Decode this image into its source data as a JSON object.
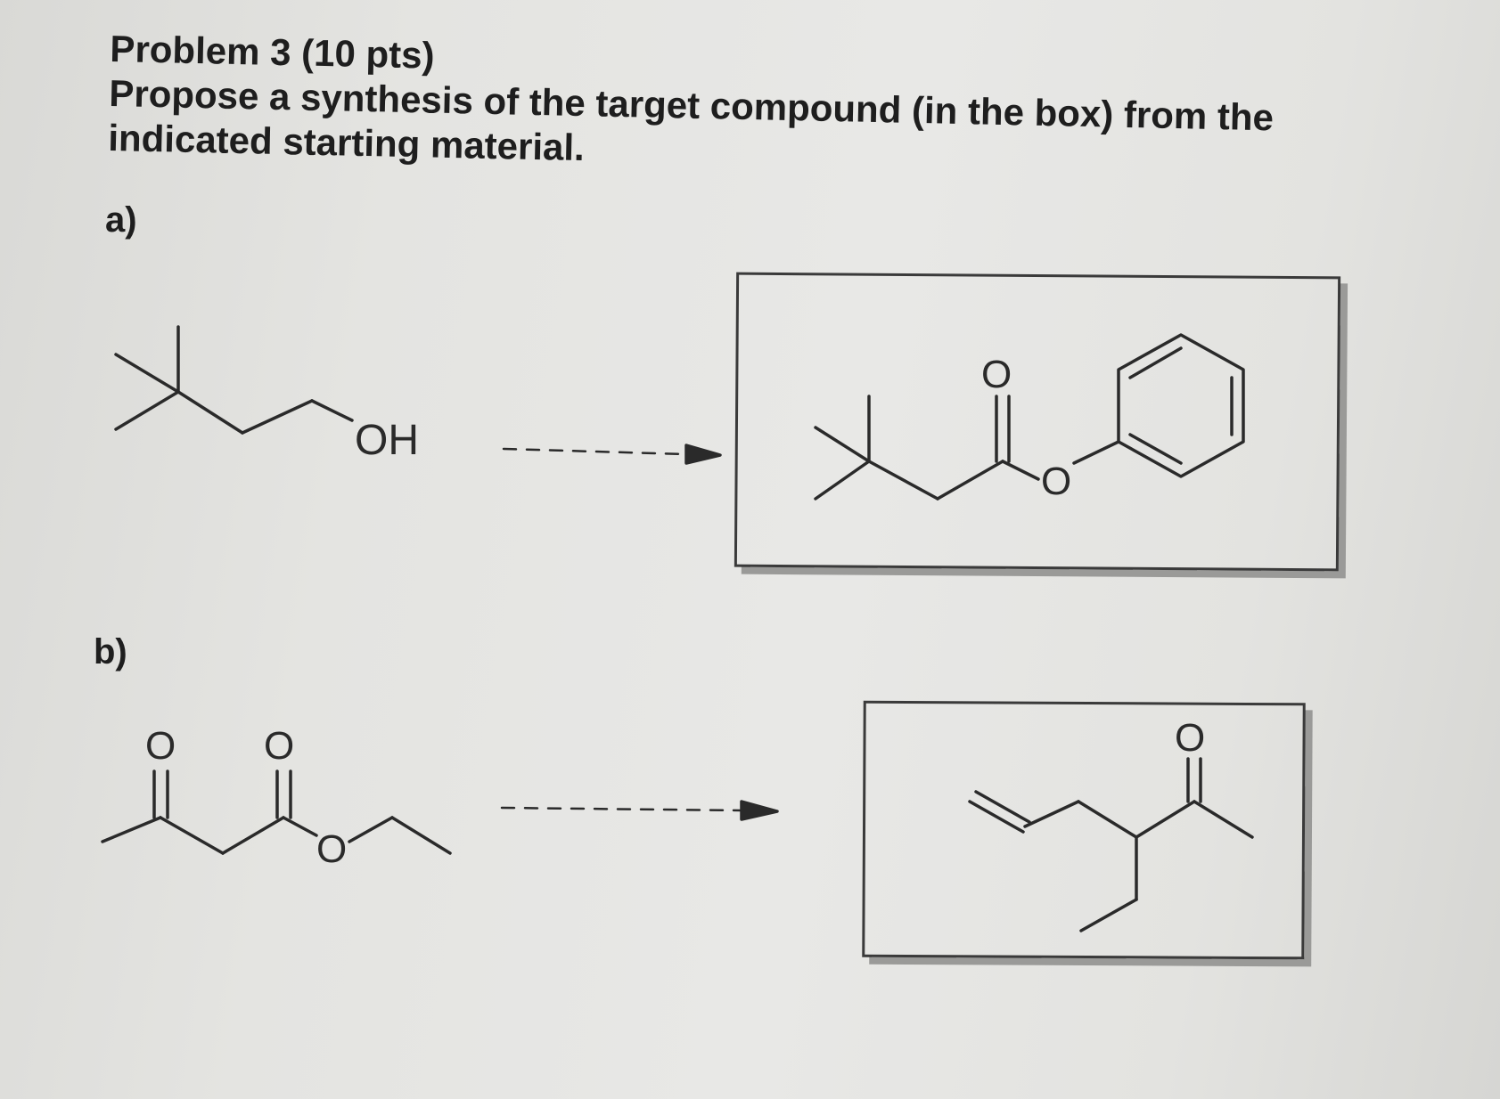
{
  "problem": {
    "heading": "Problem 3 (10 pts)",
    "instruction_line1": "Propose a synthesis of the target compound (in the box) from the",
    "instruction_line2": "indicated starting material."
  },
  "part_a": {
    "label": "a)",
    "starting_material_atom": "OH",
    "target_atoms": [
      "O",
      "O"
    ]
  },
  "part_b": {
    "label": "b)",
    "starting_material_atoms": [
      "O",
      "O",
      "O"
    ],
    "target_atoms": [
      "O"
    ]
  }
}
